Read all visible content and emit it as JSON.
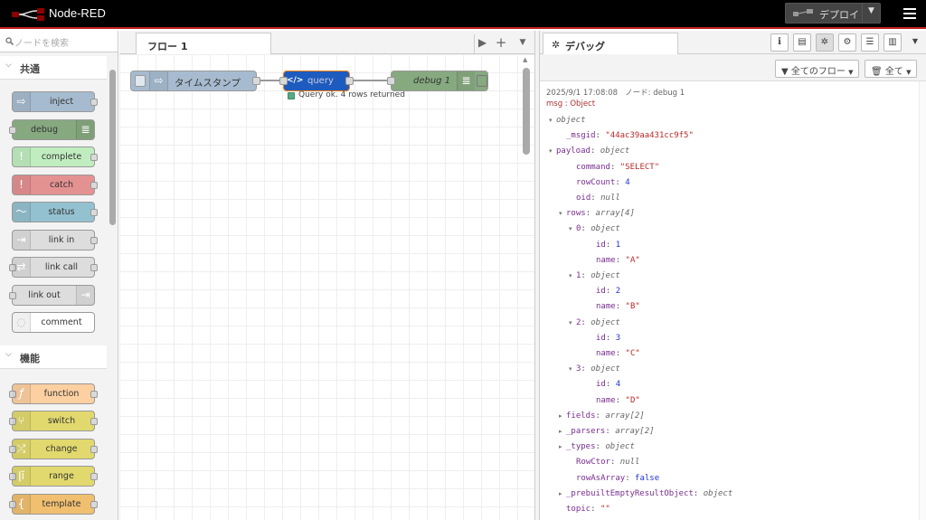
{
  "header": {
    "app_title": "Node-RED",
    "deploy_label": "デプロイ"
  },
  "palette": {
    "search_placeholder": "ノードを検索",
    "categories": [
      {
        "label": "共通"
      },
      {
        "label": "機能"
      }
    ],
    "common_nodes": [
      {
        "label": "inject",
        "color": "#a6bbcf"
      },
      {
        "label": "debug",
        "color": "#87a980"
      },
      {
        "label": "complete",
        "color": "#c0edc0"
      },
      {
        "label": "catch",
        "color": "#e49191"
      },
      {
        "label": "status",
        "color": "#94c1d0"
      },
      {
        "label": "link in",
        "color": "#dddddd"
      },
      {
        "label": "link call",
        "color": "#dddddd"
      },
      {
        "label": "link out",
        "color": "#dddddd"
      },
      {
        "label": "comment",
        "color": "#ffffff"
      }
    ],
    "function_nodes": [
      {
        "label": "function",
        "color": "#fdd0a2"
      },
      {
        "label": "switch",
        "color": "#e2d96e"
      },
      {
        "label": "change",
        "color": "#e2d96e"
      },
      {
        "label": "range",
        "color": "#e2d96e"
      },
      {
        "label": "template",
        "color": "#f0c070"
      }
    ]
  },
  "workspace": {
    "tab_label": "フロー 1",
    "nodes": {
      "inject": {
        "label": "タイムスタンプ",
        "color": "#a6bbcf"
      },
      "query": {
        "label": "query",
        "color": "#1e5bbf"
      },
      "debug": {
        "label": "debug 1",
        "color": "#87a980"
      }
    },
    "status_text": "Query ok. 4 rows returned",
    "status_color": "#5a8"
  },
  "sidebar": {
    "tab_label": "デバッグ",
    "filter_label": "全てのフロー",
    "clear_label": "全て",
    "debug": {
      "timestamp": "2025/9/1 17:08:08",
      "node_label": "ノード: debug 1",
      "topic_label": "msg : Object",
      "lines": [
        {
          "depth": 0,
          "tog": "▾",
          "key": "",
          "val": "object",
          "type": "t"
        },
        {
          "depth": 1,
          "tog": "",
          "key": "_msgid",
          "val": "\"44ac39aa431cc9f5\"",
          "type": "s"
        },
        {
          "depth": 0,
          "tog": "▾",
          "key": "payload",
          "val": "object",
          "type": "t"
        },
        {
          "depth": 2,
          "tog": "",
          "key": "command",
          "val": "\"SELECT\"",
          "type": "s"
        },
        {
          "depth": 2,
          "tog": "",
          "key": "rowCount",
          "val": "4",
          "type": "n"
        },
        {
          "depth": 2,
          "tog": "",
          "key": "oid",
          "val": "null",
          "type": "nl"
        },
        {
          "depth": 1,
          "tog": "▾",
          "key": "rows",
          "val": "array[4]",
          "type": "t"
        },
        {
          "depth": 2,
          "tog": "▾",
          "key": "0",
          "val": "object",
          "type": "t"
        },
        {
          "depth": 4,
          "tog": "",
          "key": "id",
          "val": "1",
          "type": "n"
        },
        {
          "depth": 4,
          "tog": "",
          "key": "name",
          "val": "\"A\"",
          "type": "s"
        },
        {
          "depth": 2,
          "tog": "▾",
          "key": "1",
          "val": "object",
          "type": "t"
        },
        {
          "depth": 4,
          "tog": "",
          "key": "id",
          "val": "2",
          "type": "n"
        },
        {
          "depth": 4,
          "tog": "",
          "key": "name",
          "val": "\"B\"",
          "type": "s"
        },
        {
          "depth": 2,
          "tog": "▾",
          "key": "2",
          "val": "object",
          "type": "t"
        },
        {
          "depth": 4,
          "tog": "",
          "key": "id",
          "val": "3",
          "type": "n"
        },
        {
          "depth": 4,
          "tog": "",
          "key": "name",
          "val": "\"C\"",
          "type": "s"
        },
        {
          "depth": 2,
          "tog": "▾",
          "key": "3",
          "val": "object",
          "type": "t"
        },
        {
          "depth": 4,
          "tog": "",
          "key": "id",
          "val": "4",
          "type": "n"
        },
        {
          "depth": 4,
          "tog": "",
          "key": "name",
          "val": "\"D\"",
          "type": "s"
        },
        {
          "depth": 1,
          "tog": "▸",
          "key": "fields",
          "val": "array[2]",
          "type": "t"
        },
        {
          "depth": 1,
          "tog": "▸",
          "key": "_parsers",
          "val": "array[2]",
          "type": "t"
        },
        {
          "depth": 1,
          "tog": "▸",
          "key": "_types",
          "val": "object",
          "type": "t"
        },
        {
          "depth": 2,
          "tog": "",
          "key": "RowCtor",
          "val": "null",
          "type": "nl"
        },
        {
          "depth": 2,
          "tog": "",
          "key": "rowAsArray",
          "val": "false",
          "type": "b"
        },
        {
          "depth": 1,
          "tog": "▸",
          "key": "_prebuiltEmptyResultObject",
          "val": "object",
          "type": "t"
        },
        {
          "depth": 1,
          "tog": "",
          "key": "topic",
          "val": "\"\"",
          "type": "s"
        }
      ]
    }
  }
}
